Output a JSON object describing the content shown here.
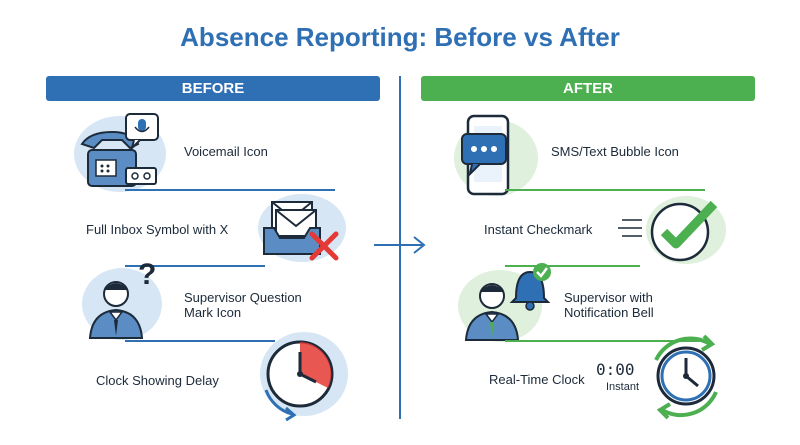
{
  "title": "Absence Reporting: Before vs After",
  "before": {
    "header": "BEFORE",
    "items": [
      {
        "label": "Voicemail Icon"
      },
      {
        "label": "Full Inbox Symbol with X"
      },
      {
        "label_line1": "Supervisor Question",
        "label_line2": "Mark Icon"
      },
      {
        "label": "Clock Showing Delay"
      }
    ]
  },
  "after": {
    "header": "AFTER",
    "items": [
      {
        "label": "SMS/Text Bubble Icon"
      },
      {
        "label": "Instant Checkmark"
      },
      {
        "label_line1": "Supervisor with",
        "label_line2": "Notification Bell"
      },
      {
        "label": "Real-Time Clock",
        "clock_digits": "0:00",
        "clock_caption": "Instant"
      }
    ]
  },
  "colors": {
    "before_accent": "#2f6fb4",
    "after_accent": "#4caf50",
    "alert": "#e53935"
  }
}
